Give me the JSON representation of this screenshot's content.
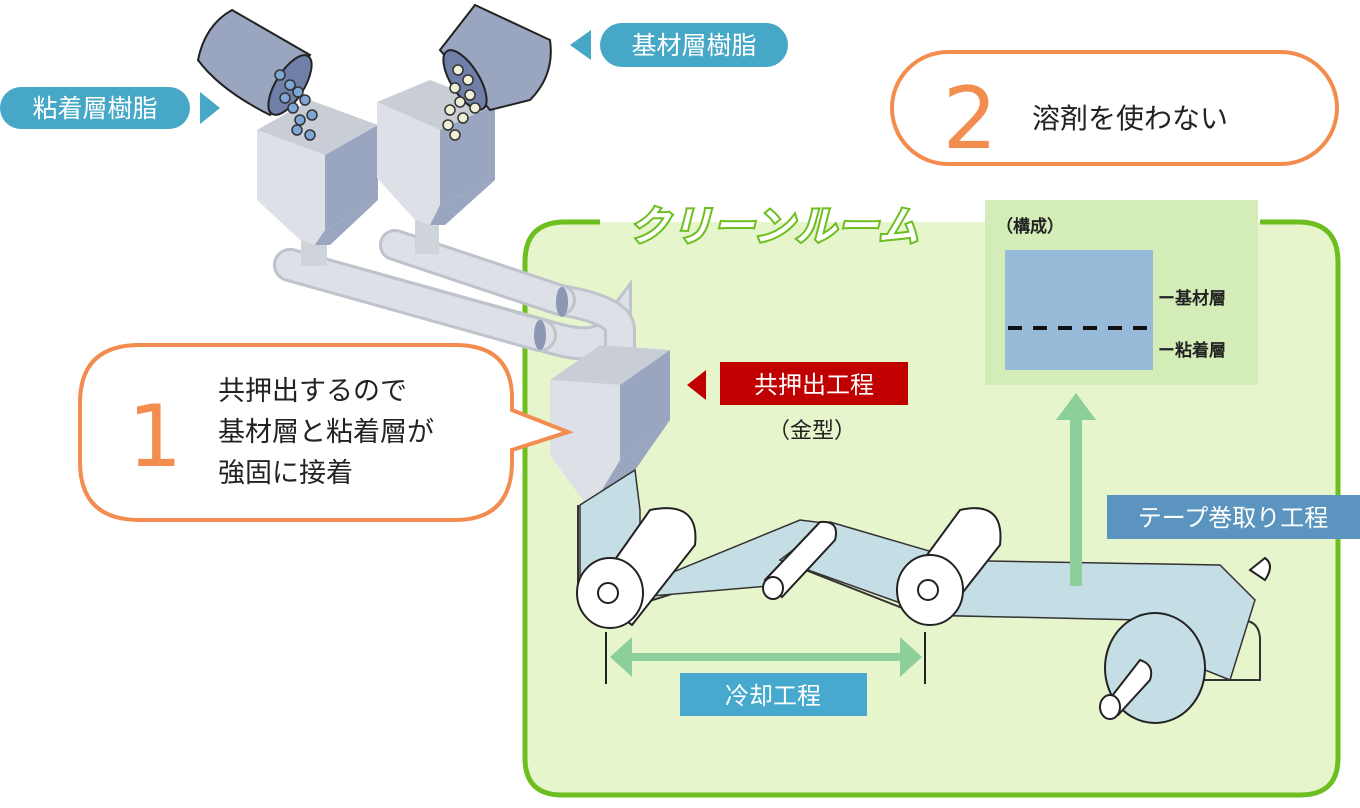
{
  "diagram": {
    "type": "process-flow",
    "subject": "co-extrusion adhesive tape manufacturing"
  },
  "labels": {
    "adhesive_resin": "粘着層樹脂",
    "base_resin": "基材層樹脂",
    "coextrusion_process": "共押出工程",
    "die": "（金型）",
    "cooling_process": "冷却工程",
    "tape_winding_process": "テープ巻取り工程",
    "clean_room": "クリーンルーム"
  },
  "callouts": [
    {
      "number": "1",
      "lines": [
        "共押出するので",
        "基材層と粘着層が",
        "強固に接着"
      ]
    },
    {
      "number": "2",
      "lines": [
        "溶剤を使わない"
      ]
    }
  ],
  "structure": {
    "title": "（構成）",
    "layers": [
      "ー基材層",
      "ー粘着層"
    ]
  },
  "colors": {
    "teal_label": "#46a8c6",
    "red_label": "#c00000",
    "steel_label": "#5b95bf",
    "cooling_label": "#47a9cd",
    "orange": "#f28c4f",
    "green_border": "#6cbf1e",
    "green_fill": "#e6f5cc",
    "green_arrow": "#8dcf9b",
    "layer_blue": "#97bad8",
    "film": "#c5dde4",
    "machine_light": "#dde1e7",
    "machine_dark": "#9aa6c0"
  }
}
